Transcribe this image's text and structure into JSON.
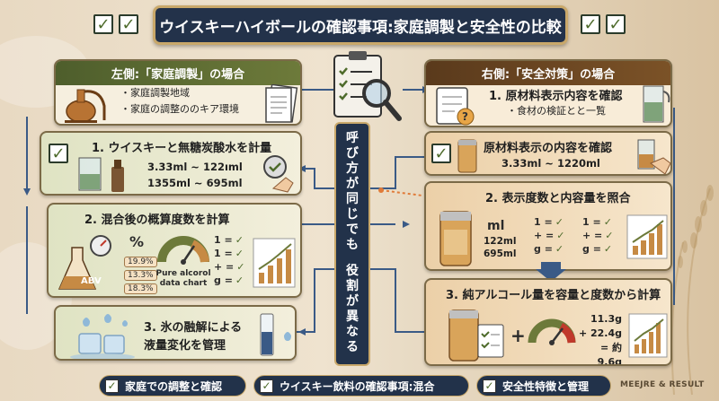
{
  "title": "ウイスキーハイボールの確認事項:家庭調製と安全性の比較",
  "center_vertical_top": [
    "呼",
    "び",
    "方",
    "が",
    "同",
    "じ",
    "で",
    "も"
  ],
  "center_vertical_bottom": [
    "役",
    "割",
    "が",
    "異",
    "な",
    "る"
  ],
  "left_header": {
    "title": "左側:「家庭調製」の場合",
    "bullets": [
      "・家庭調製地域",
      "・家庭の調整ののキア環境"
    ]
  },
  "left_step1": {
    "title": "1. ウイスキーと無糖炭酸水を計量",
    "line1": "3.33ml ~ 122ıml",
    "line2": "1355ml ~ 695ml"
  },
  "left_step2": {
    "title": "2. 混合後の概算度数を計算",
    "percent": "%",
    "abv_label": "ABV",
    "pct_values": [
      "19.9%",
      "13.3%",
      "18.3%"
    ],
    "gauge_caption": [
      "Pure alcorol",
      "data chart"
    ],
    "legend": [
      "1 =",
      "1 =",
      "+ =",
      "g ="
    ]
  },
  "left_step3": {
    "title_line1": "3. 氷の融解による",
    "title_line2": "液量変化を管理"
  },
  "right_header": {
    "title": "右側:「安全対策」の場合",
    "step_title": "1. 原材料表示内容を確認",
    "bullet": "・食材の検証とと一覧"
  },
  "right_step1b": {
    "title": "原材料表示の内容を確認",
    "values": "3.33ml ~ 1220ml"
  },
  "right_step2": {
    "title": "2. 表示度数と内容量を照合",
    "ml_label": "ml",
    "ml_values": [
      "122ml",
      "695ml"
    ],
    "legend_a": [
      "1 =",
      "+ =",
      "g ="
    ],
    "legend_b": [
      "1 =",
      "+ =",
      "g ="
    ]
  },
  "right_step3": {
    "title": "3. 純アルコール量を容量と度数から計算",
    "plus": "+",
    "calc": [
      "11.3g",
      "+ 22.4g",
      "= 約9.6g"
    ]
  },
  "bottom": {
    "left": "家庭での調整と確認",
    "middle": "ウイスキー飲料の確認事項:混合",
    "right": "安全性特徴と管理",
    "brand": "MEEJRE & RESULT"
  },
  "colors": {
    "navy": "#22324a",
    "olive": "#4e5e2c",
    "brown": "#5a3a1c",
    "gold": "#c9a86a",
    "check_green": "#4e6b2b",
    "arrow_blue": "#3a5a86"
  }
}
